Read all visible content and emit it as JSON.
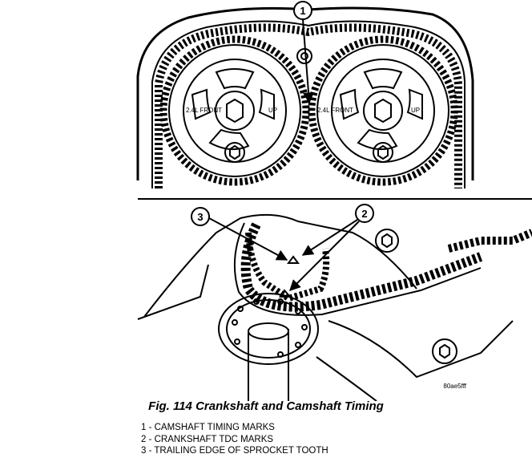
{
  "figure": {
    "callouts": [
      {
        "number": "1"
      },
      {
        "number": "2"
      },
      {
        "number": "3"
      }
    ],
    "sprocket_labels": {
      "front": "2.4L FRONT",
      "up": "UP"
    },
    "image_code": "80ae5fff"
  },
  "caption": "Fig. 114 Crankshaft and Camshaft Timing",
  "legend": [
    {
      "text": "1 - CAMSHAFT TIMING MARKS"
    },
    {
      "text": "2 - CRANKSHAFT TDC MARKS"
    },
    {
      "text": "3 - TRAILING EDGE OF SPROCKET TOOTH"
    }
  ]
}
